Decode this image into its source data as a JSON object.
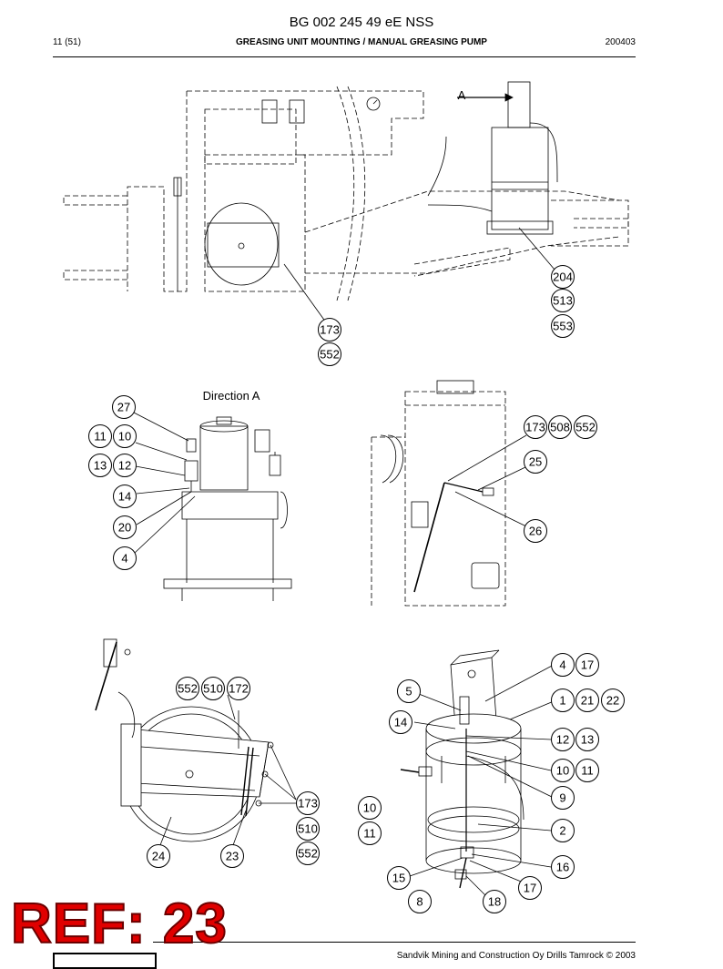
{
  "header": {
    "doc_id": "BG 002 245 49 eE NSS",
    "page": "11 (51)",
    "section": "GREASING UNIT MOUNTING / MANUAL GREASING PUMP",
    "date_code": "200403"
  },
  "views": {
    "top": {
      "arrow_label": "A",
      "callouts": [
        "204",
        "513",
        "553",
        "173",
        "552"
      ]
    },
    "direction_a": {
      "title": "Direction A",
      "callouts": [
        "27",
        "11",
        "10",
        "13",
        "12",
        "14",
        "20",
        "4"
      ]
    },
    "side": {
      "callouts": [
        "173",
        "508",
        "552",
        "25",
        "26"
      ]
    },
    "reel": {
      "callouts": [
        "552",
        "510",
        "172",
        "173",
        "510",
        "552",
        "24",
        "23"
      ]
    },
    "pump": {
      "callouts": [
        "4",
        "17",
        "5",
        "1",
        "21",
        "22",
        "14",
        "12",
        "13",
        "10",
        "11",
        "9",
        "10",
        "11",
        "2",
        "16",
        "15",
        "17",
        "8",
        "18"
      ]
    }
  },
  "stamp": "REF: 23",
  "footer": {
    "copyright": "Sandvik Mining and Construction Oy Drills Tamrock © 2003"
  },
  "colors": {
    "stamp": "#e00000",
    "ink": "#000000"
  }
}
